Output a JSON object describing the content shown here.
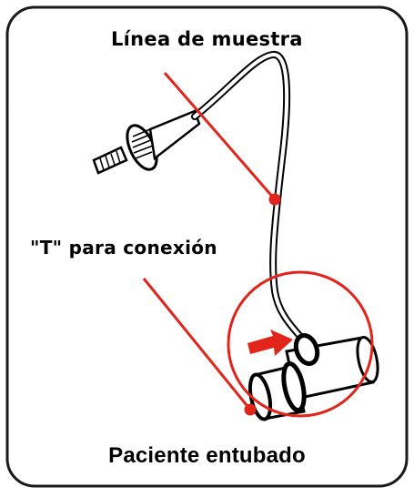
{
  "labels": {
    "sample_line": "Línea de muestra",
    "t_connector": "\"T\" para conexión",
    "caption": "Paciente entubado"
  },
  "colors": {
    "accent": "#e1251b",
    "ink": "#000000",
    "border": "#1a1a1a",
    "background": "#ffffff"
  },
  "icons": [
    "luer-connector-icon",
    "sample-tube-icon",
    "t-adapter-icon",
    "arrow-icon",
    "magnifier-circle-icon"
  ]
}
